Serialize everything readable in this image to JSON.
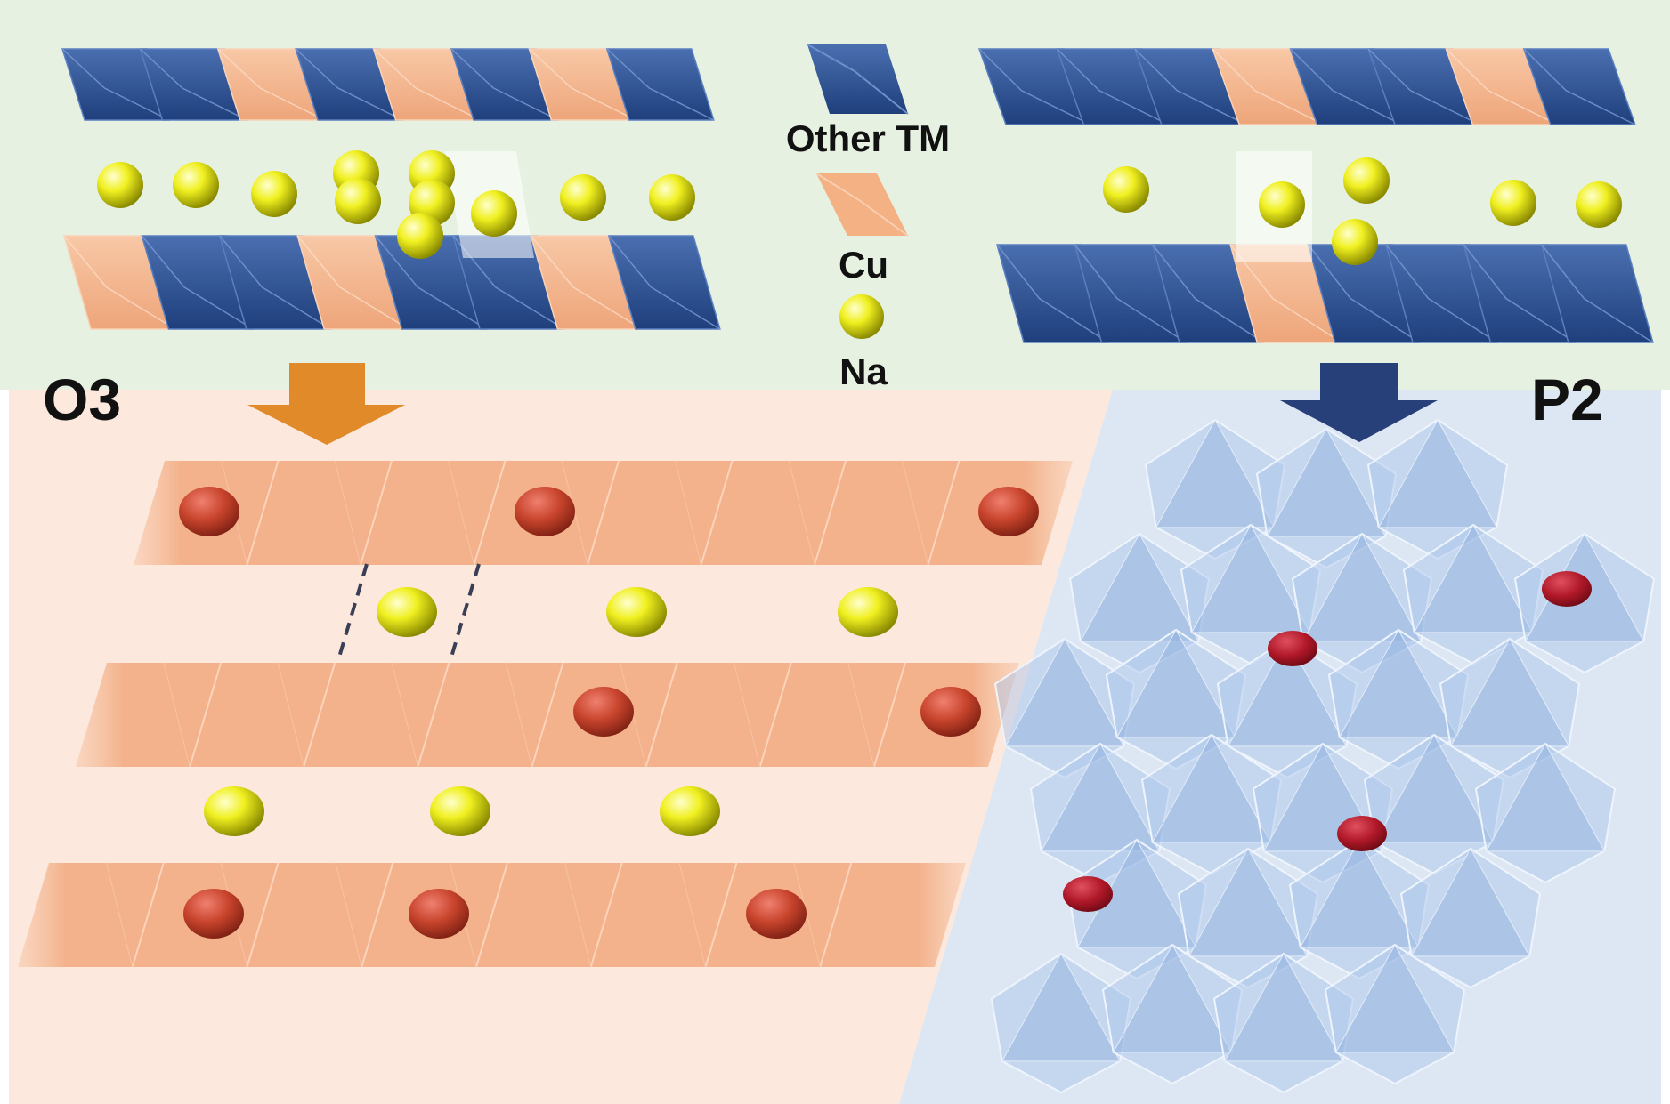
{
  "legend": {
    "items": [
      {
        "label": "Other TM",
        "swatch": "octahedron",
        "color": "#2f5597"
      },
      {
        "label": "Cu",
        "swatch": "octahedron",
        "color": "#f4b183"
      },
      {
        "label": "Na",
        "swatch": "sphere",
        "color": "#e6e600"
      }
    ]
  },
  "structures": {
    "o3": {
      "label": "O3",
      "arrow_color": "#e08a2a",
      "panel_color": "#fce8dc"
    },
    "p2": {
      "label": "P2",
      "arrow_color": "#27407a",
      "panel_color": "#dde7f3"
    }
  },
  "colors": {
    "top_background": "#e6f1e1",
    "other_tm": "#2f5597",
    "cu": "#f4b183",
    "na": "#e6e600",
    "red_site": "#c0392b",
    "p2_polyhedra": "#a9c4ea"
  }
}
